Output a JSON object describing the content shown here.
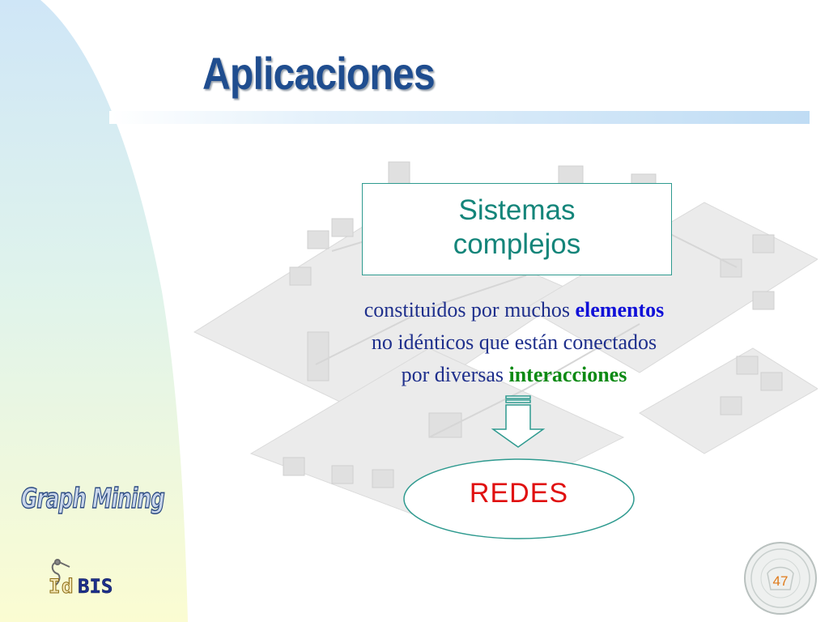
{
  "slide": {
    "title": "Aplicaciones",
    "box": {
      "line1": "Sistemas",
      "line2": "complejos"
    },
    "description": {
      "line1_pre": "constituidos por muchos ",
      "line1_em": "elementos",
      "line2": "no idénticos que están conectados",
      "line3_pre": "por diversas ",
      "line3_em": "interacciones"
    },
    "result": "REDES",
    "page_number": "47"
  },
  "branding": {
    "graph_mining": "Graph Mining",
    "logo_text": "BIS"
  },
  "colors": {
    "title": "#1f4d8f",
    "box_text": "#14857a",
    "body_text": "#1e2f8c",
    "highlight_blue": "#1010d8",
    "highlight_green": "#0c8a14",
    "result_text": "#e01010",
    "page_number": "#e07a1a"
  }
}
